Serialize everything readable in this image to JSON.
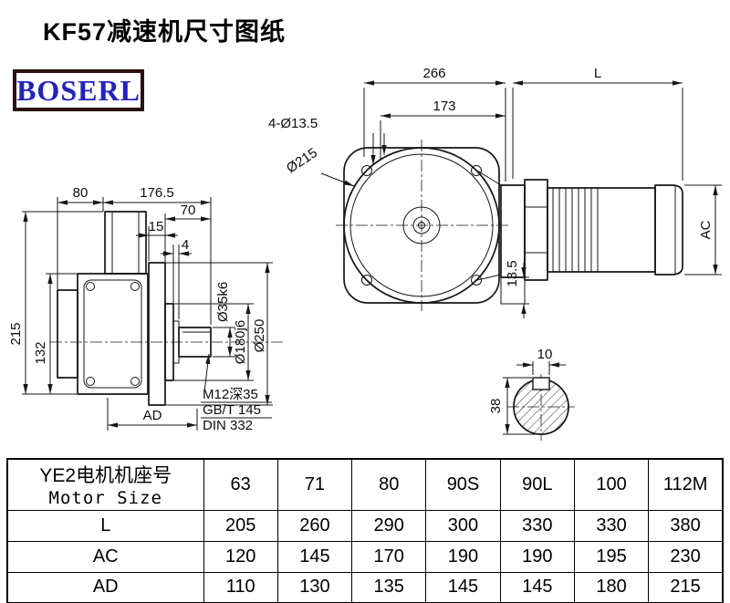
{
  "title": "KF57减速机尺寸图纸",
  "logo": {
    "text": "BOSERL"
  },
  "drawing": {
    "front_view": {
      "dim_total_width": "266",
      "dim_motor_length": "L",
      "dim_flange_to_face": "173",
      "dim_bolt_holes": "4-Ø13.5",
      "dim_bolt_circle": "Ø215",
      "dim_motor_height": "AC",
      "dim_foot": "13.5"
    },
    "side_view": {
      "dim_rear": "80",
      "dim_total": "176.5",
      "dim_shaft_len": "70",
      "dim_flange_thk": "15",
      "dim_spigot_step": "4",
      "dim_height_total": "215",
      "dim_housing_height": "132",
      "dim_ad": "AD",
      "dim_shaft_dia": "Ø35k6",
      "dim_spigot_dia": "Ø180j6",
      "dim_flange_dia": "Ø250",
      "note_line1": "M12深35",
      "note_line2": "GB/T 145",
      "note_line3": "DIN 332"
    },
    "shaft_section": {
      "dim_key_width": "10",
      "dim_key_height": "38"
    }
  },
  "table": {
    "header": {
      "line1": "YE2电机机座号",
      "line2": "Motor Size"
    },
    "columns": [
      "63",
      "71",
      "80",
      "90S",
      "90L",
      "100",
      "112M"
    ],
    "rows": [
      {
        "label": "L",
        "values": [
          "205",
          "260",
          "290",
          "300",
          "330",
          "330",
          "380"
        ]
      },
      {
        "label": "AC",
        "values": [
          "120",
          "145",
          "170",
          "190",
          "190",
          "195",
          "230"
        ]
      },
      {
        "label": "AD",
        "values": [
          "110",
          "130",
          "135",
          "145",
          "145",
          "180",
          "215"
        ]
      }
    ]
  }
}
